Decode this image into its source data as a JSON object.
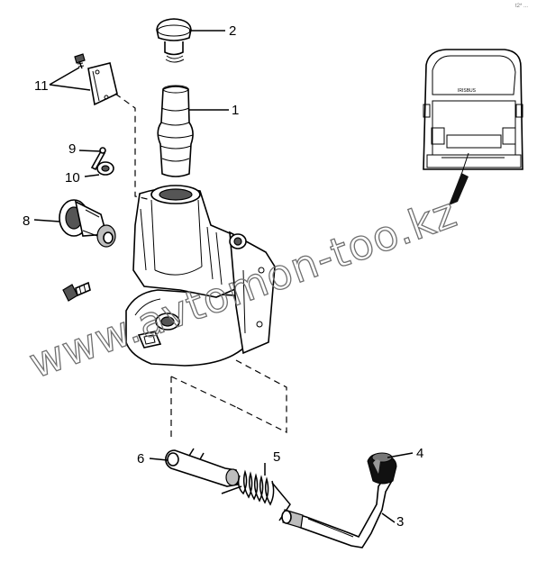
{
  "callouts": [
    {
      "id": "1",
      "label": "1"
    },
    {
      "id": "2",
      "label": "2"
    },
    {
      "id": "3",
      "label": "3"
    },
    {
      "id": "4",
      "label": "4"
    },
    {
      "id": "5",
      "label": "5"
    },
    {
      "id": "6",
      "label": "6"
    },
    {
      "id": "8",
      "label": "8"
    },
    {
      "id": "9",
      "label": "9"
    },
    {
      "id": "10",
      "label": "10"
    },
    {
      "id": "11",
      "label": "11"
    }
  ],
  "watermark": "www.avtomon-too.kz",
  "bus_badge": "IRISBUS",
  "corner_text": "t2* ..."
}
